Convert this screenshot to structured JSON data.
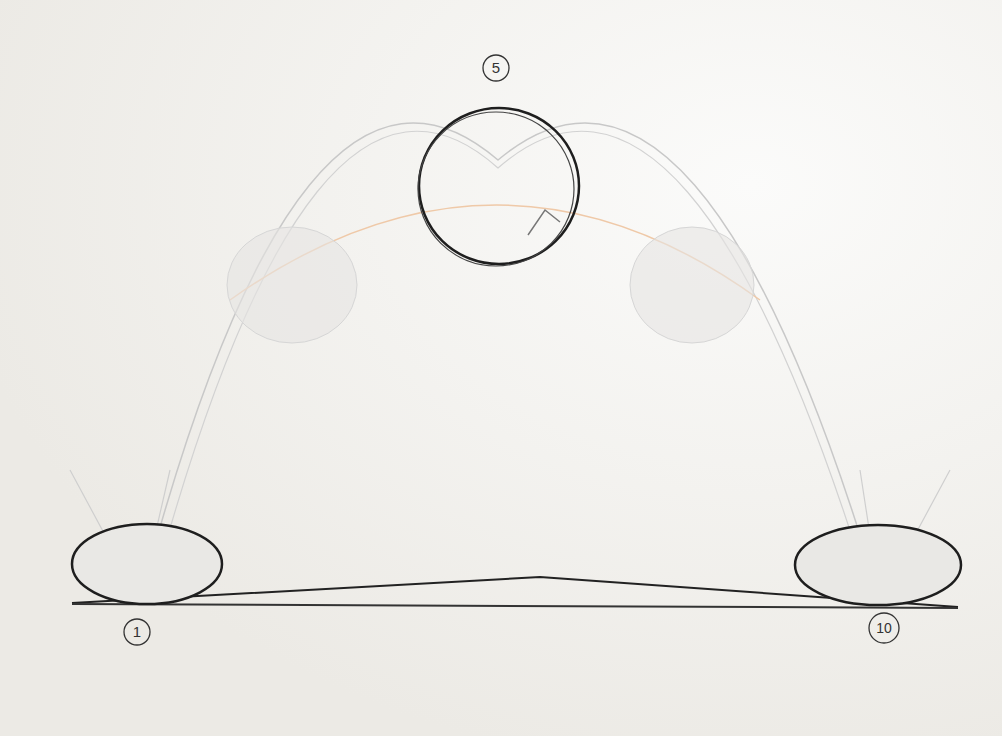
{
  "diagram": {
    "labels": [
      "5",
      "1",
      "10"
    ]
  }
}
